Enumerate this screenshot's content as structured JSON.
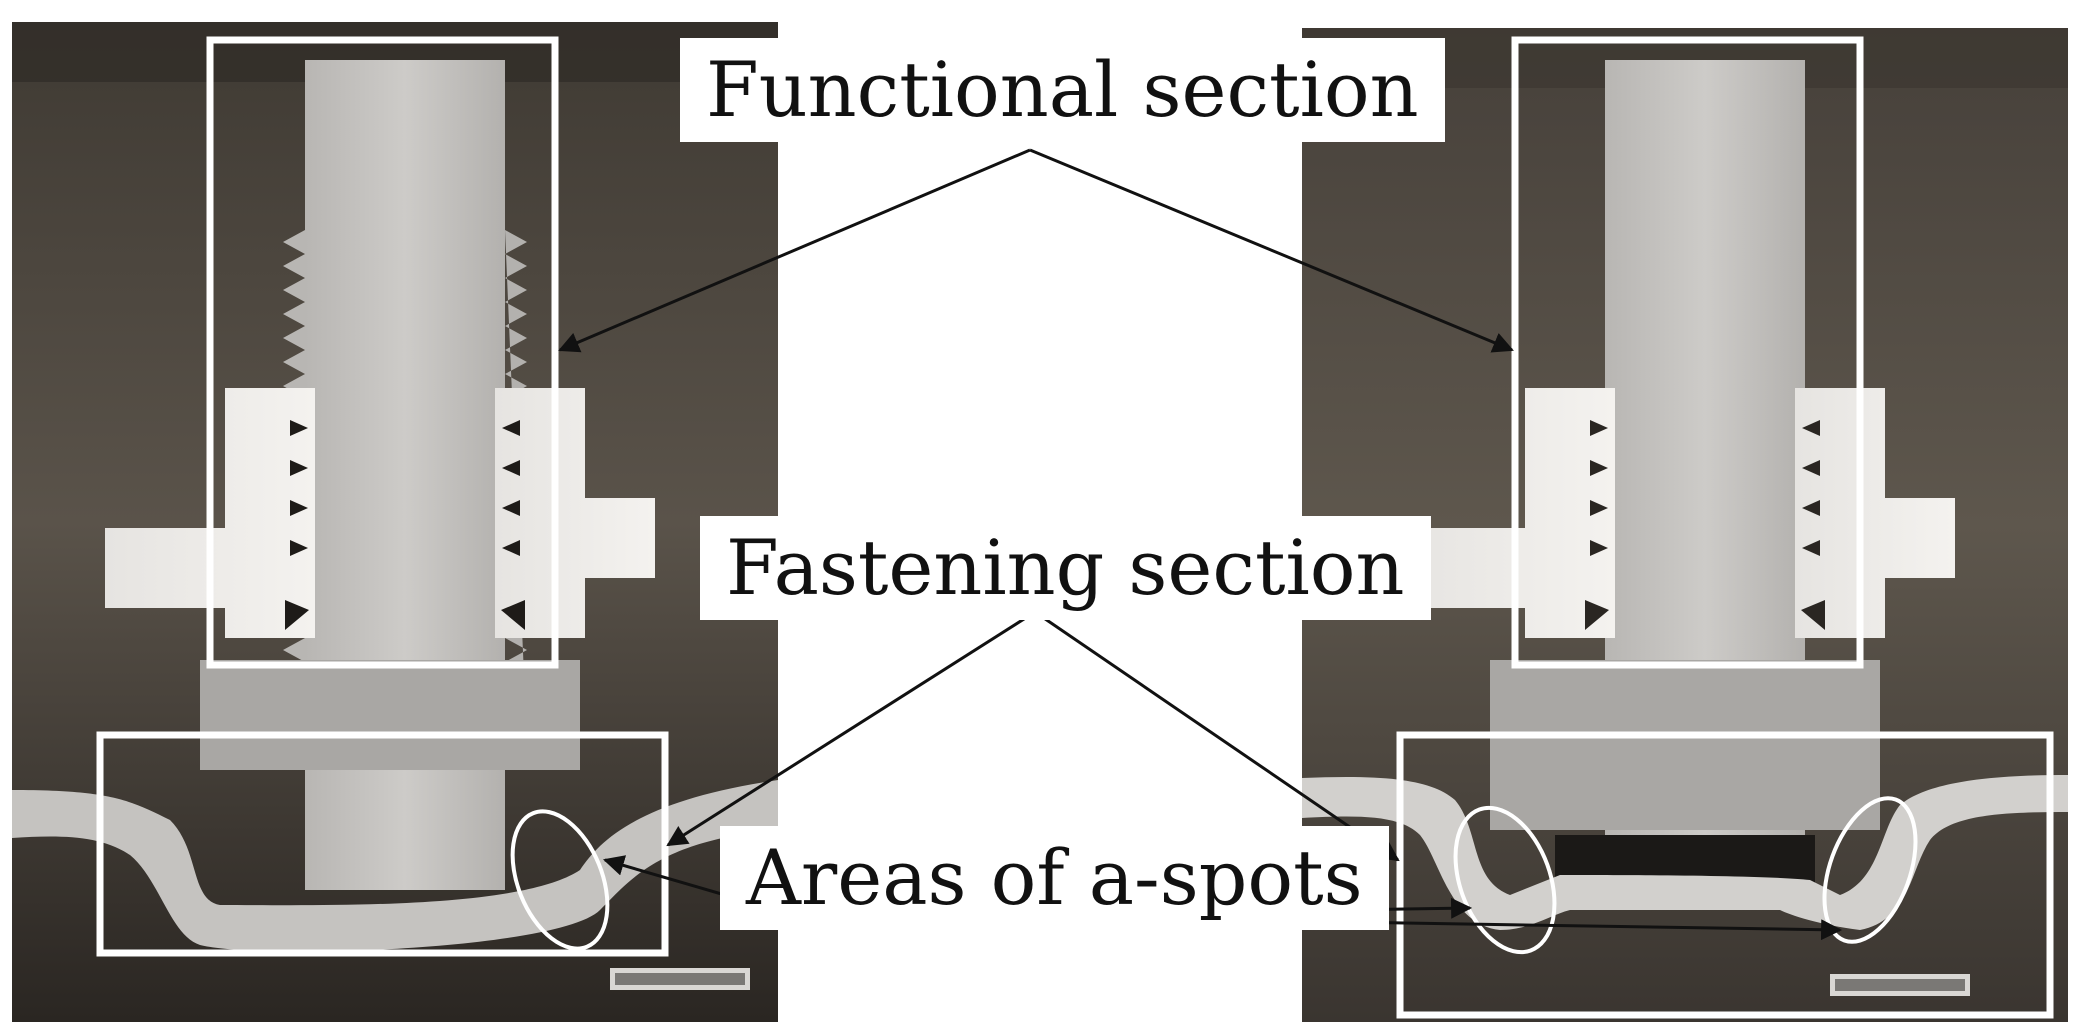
{
  "labels": {
    "functional": "Functional section",
    "fastening": "Fastening section",
    "a_spots": "Areas of a-spots"
  },
  "colors": {
    "background": "#ffffff",
    "photo_backdrop": "#4f4940",
    "metal_light": "#c9c7c4",
    "metal_mid": "#a7a5a2",
    "frame": "#ffffff",
    "arrow": "#111111"
  },
  "panels": [
    {
      "name": "left-cross-section",
      "variant": "clinched"
    },
    {
      "name": "right-cross-section",
      "variant": "riveted"
    }
  ]
}
